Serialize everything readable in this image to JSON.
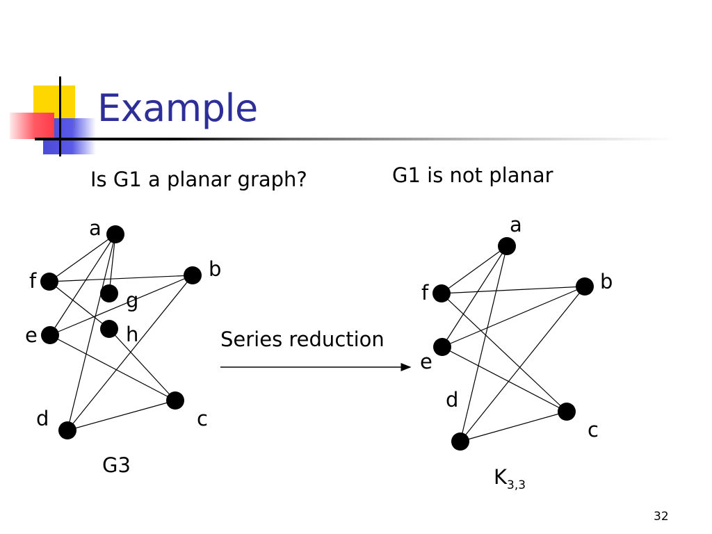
{
  "slide": {
    "title": "Example",
    "question": "Is G1 a planar graph?",
    "answer": "G1 is not planar",
    "arrow_label": "Series reduction",
    "page_number": "32"
  },
  "left_graph": {
    "caption": "G3",
    "vertices": [
      "a",
      "b",
      "c",
      "d",
      "e",
      "f",
      "g",
      "h"
    ],
    "edges": [
      [
        "a",
        "f"
      ],
      [
        "a",
        "g"
      ],
      [
        "a",
        "e"
      ],
      [
        "a",
        "d"
      ],
      [
        "f",
        "b"
      ],
      [
        "f",
        "h"
      ],
      [
        "h",
        "c"
      ],
      [
        "e",
        "b"
      ],
      [
        "e",
        "c"
      ],
      [
        "d",
        "b"
      ],
      [
        "d",
        "c"
      ]
    ]
  },
  "right_graph": {
    "caption_base": "K",
    "caption_sub": "3,3",
    "vertices": [
      "a",
      "b",
      "c",
      "d",
      "e",
      "f"
    ],
    "edges": [
      [
        "a",
        "f"
      ],
      [
        "a",
        "e"
      ],
      [
        "a",
        "d"
      ],
      [
        "f",
        "b"
      ],
      [
        "f",
        "c"
      ],
      [
        "e",
        "b"
      ],
      [
        "e",
        "c"
      ],
      [
        "d",
        "b"
      ],
      [
        "d",
        "c"
      ]
    ]
  }
}
